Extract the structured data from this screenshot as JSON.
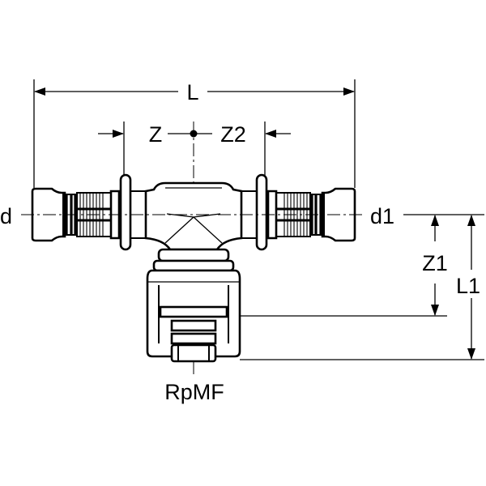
{
  "diagram": {
    "labels": {
      "L": "L",
      "Z": "Z",
      "Z2": "Z2",
      "d": "d",
      "d1": "d1",
      "Z1": "Z1",
      "L1": "L1",
      "RpMF": "RpMF"
    },
    "colors": {
      "line": "#000000",
      "background": "#ffffff"
    }
  }
}
